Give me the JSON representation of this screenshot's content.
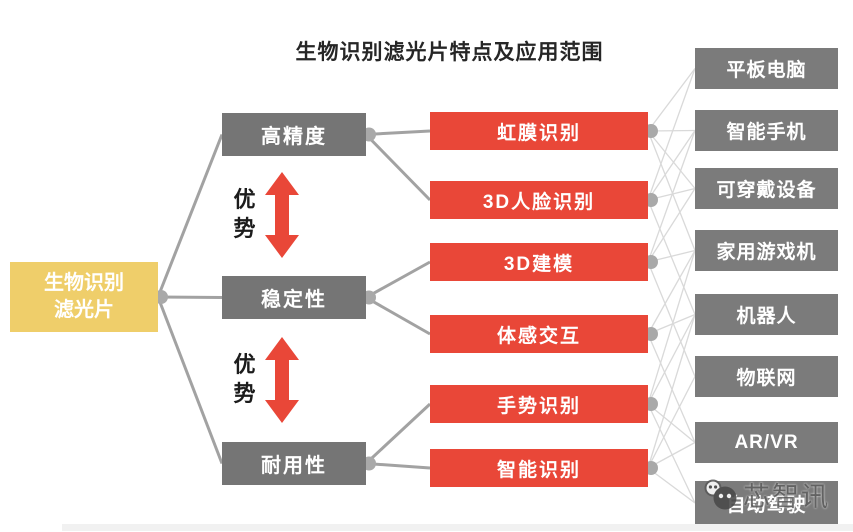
{
  "title": "生物识别滤光片特点及应用范围",
  "root": {
    "line1": "生物识别",
    "line2": "滤光片"
  },
  "advantage_label": "优势",
  "features": [
    {
      "id": "feat-0",
      "label": "高精度"
    },
    {
      "id": "feat-1",
      "label": "稳定性"
    },
    {
      "id": "feat-2",
      "label": "耐用性"
    }
  ],
  "techs": [
    {
      "id": "tech-0",
      "label": "虹膜识别"
    },
    {
      "id": "tech-1",
      "label": "3D人脸识别"
    },
    {
      "id": "tech-2",
      "label": "3D建模"
    },
    {
      "id": "tech-3",
      "label": "体感交互"
    },
    {
      "id": "tech-4",
      "label": "手势识别"
    },
    {
      "id": "tech-5",
      "label": "智能识别"
    }
  ],
  "devices": [
    {
      "id": "dev-0",
      "label": "平板电脑"
    },
    {
      "id": "dev-1",
      "label": "智能手机"
    },
    {
      "id": "dev-2",
      "label": "可穿戴设备"
    },
    {
      "id": "dev-3",
      "label": "家用游戏机"
    },
    {
      "id": "dev-4",
      "label": "机器人"
    },
    {
      "id": "dev-5",
      "label": "物联网"
    },
    {
      "id": "dev-6",
      "label": "AR/VR"
    },
    {
      "id": "dev-7",
      "label": "自动驾驶"
    }
  ],
  "links": {
    "root_to_features": [
      [
        "root",
        "feat-0"
      ],
      [
        "root",
        "feat-1"
      ],
      [
        "root",
        "feat-2"
      ]
    ],
    "features_to_techs": [
      [
        "feat-0",
        "tech-0"
      ],
      [
        "feat-0",
        "tech-1"
      ],
      [
        "feat-1",
        "tech-2"
      ],
      [
        "feat-1",
        "tech-3"
      ],
      [
        "feat-2",
        "tech-4"
      ],
      [
        "feat-2",
        "tech-5"
      ]
    ],
    "techs_to_devices": [
      [
        "tech-0",
        "dev-0"
      ],
      [
        "tech-0",
        "dev-1"
      ],
      [
        "tech-0",
        "dev-2"
      ],
      [
        "tech-0",
        "dev-3"
      ],
      [
        "tech-1",
        "dev-0"
      ],
      [
        "tech-1",
        "dev-1"
      ],
      [
        "tech-1",
        "dev-2"
      ],
      [
        "tech-1",
        "dev-4"
      ],
      [
        "tech-2",
        "dev-1"
      ],
      [
        "tech-2",
        "dev-2"
      ],
      [
        "tech-2",
        "dev-3"
      ],
      [
        "tech-2",
        "dev-5"
      ],
      [
        "tech-3",
        "dev-3"
      ],
      [
        "tech-3",
        "dev-4"
      ],
      [
        "tech-3",
        "dev-6"
      ],
      [
        "tech-4",
        "dev-3"
      ],
      [
        "tech-4",
        "dev-4"
      ],
      [
        "tech-4",
        "dev-6"
      ],
      [
        "tech-4",
        "dev-7"
      ],
      [
        "tech-5",
        "dev-4"
      ],
      [
        "tech-5",
        "dev-5"
      ],
      [
        "tech-5",
        "dev-6"
      ],
      [
        "tech-5",
        "dev-7"
      ]
    ]
  },
  "watermark": {
    "text": "芯智讯"
  },
  "colors": {
    "red": "#e94738",
    "yellow": "#efce6a",
    "feature_gray": "#757575",
    "device_gray": "#7b7b7b",
    "line_gray": "#a2a2a2",
    "wire_gray": "#d9d9d9",
    "dot_gray": "#a9a9a9",
    "title_text": "#262626",
    "box_text": "#ffffff"
  }
}
